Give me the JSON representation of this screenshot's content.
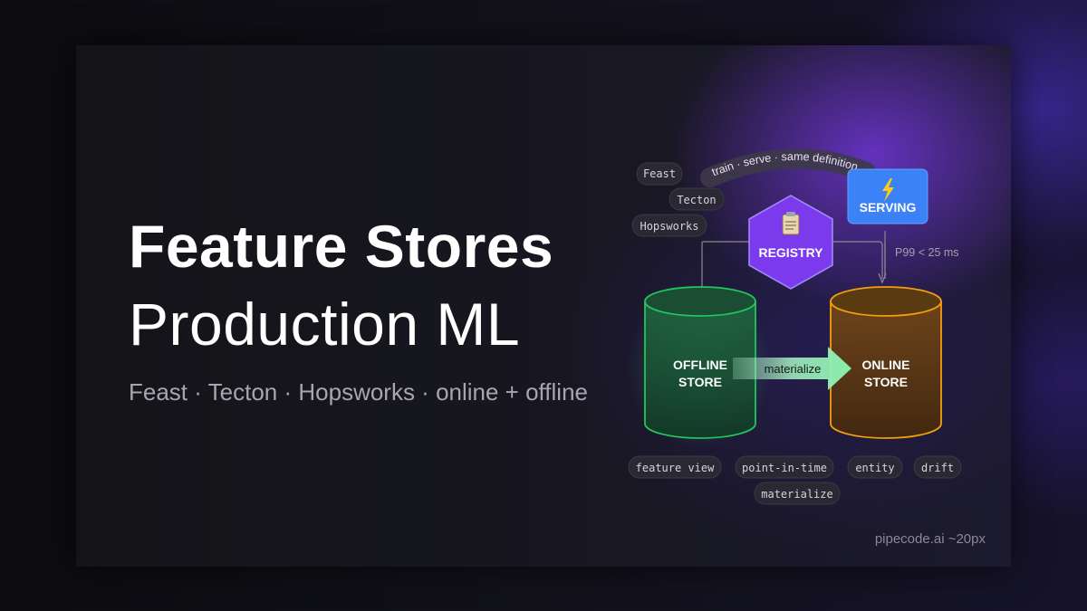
{
  "title": {
    "line1": "Feature Stores",
    "line2": "Production ML"
  },
  "subtitle": "Feast · Tecton · Hopsworks · online + offline",
  "watermark": "pipecode.ai ~20px",
  "diagram": {
    "tools": [
      "Feast",
      "Tecton",
      "Hopsworks"
    ],
    "arc_label": "train · serve · same definition",
    "registry": {
      "label": "REGISTRY",
      "icon": "clipboard-icon"
    },
    "serving": {
      "label": "SERVING",
      "icon": "lightning-icon"
    },
    "latency": "P99 < 25 ms",
    "offline_store": {
      "line1": "OFFLINE",
      "line2": "STORE"
    },
    "online_store": {
      "line1": "ONLINE",
      "line2": "STORE"
    },
    "materialize_arrow": "materialize",
    "tags_row1": [
      "feature view",
      "point-in-time",
      "entity",
      "drift"
    ],
    "tags_row2": [
      "materialize"
    ]
  },
  "colors": {
    "offline": "#22c55e",
    "online": "#f59e0b",
    "registry": "#7c3aed",
    "serving": "#3b82f6",
    "arrow": "#86efac"
  }
}
